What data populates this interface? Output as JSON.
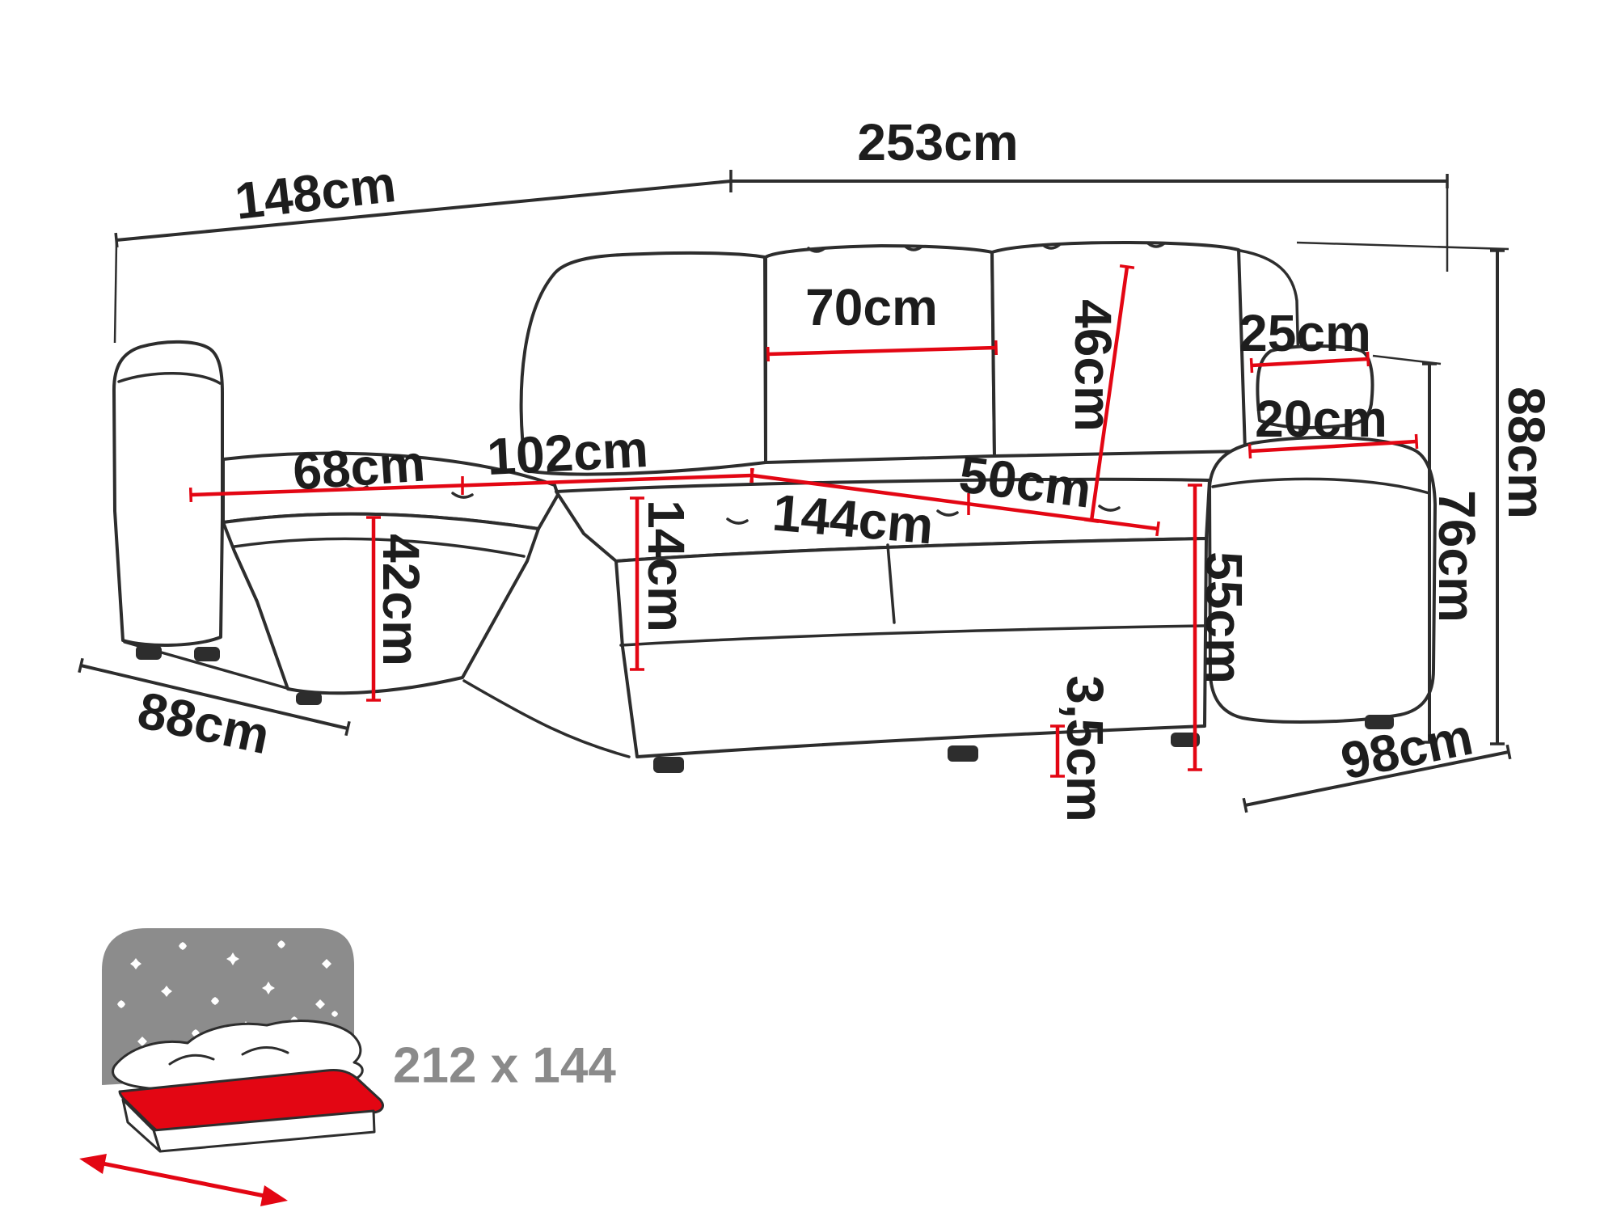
{
  "diagram": {
    "dims": {
      "depth_left": "148cm",
      "width_total": "253cm",
      "back_cushion_width": "70cm",
      "backrest_height": "46cm",
      "headrest_width": "25cm",
      "armrest_width": "20cm",
      "chaise_seat_width": "68cm",
      "chaise_length": "102cm",
      "seat_width": "144cm",
      "seat_depth": "50cm",
      "seat_cushion_height": "14cm",
      "chaise_side_height": "42cm",
      "chaise_front_width": "88cm",
      "seat_height": "55cm",
      "leg_clearance": "3,5cm",
      "total_height": "88cm",
      "armrest_height": "76cm",
      "depth_right": "98cm"
    },
    "sleeping_area": "212 x 144",
    "colors": {
      "dimension_red": "#e30613",
      "outline_black": "#2d2d2d",
      "icon_gray": "#8c8c8c",
      "sleeping_label_gray": "#8a8a8a",
      "background": "#ffffff"
    }
  }
}
